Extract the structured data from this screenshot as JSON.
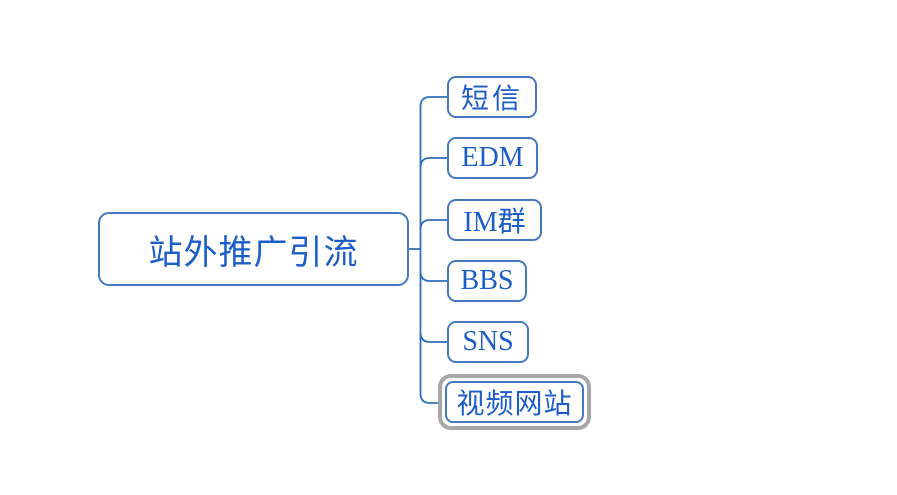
{
  "mindmap": {
    "root": {
      "label": "站外推广引流"
    },
    "children": [
      {
        "label": "短信",
        "selected": false
      },
      {
        "label": "EDM",
        "selected": false
      },
      {
        "label": "IM群",
        "selected": false
      },
      {
        "label": "BBS",
        "selected": false
      },
      {
        "label": "SNS",
        "selected": false
      },
      {
        "label": "视频网站",
        "selected": true
      }
    ],
    "colors": {
      "node_border": "#4579c0",
      "node_text": "#1d5dc7",
      "connector": "#2f6fba",
      "selection_ring": "#a7a7a7",
      "background": "#ffffff"
    }
  }
}
